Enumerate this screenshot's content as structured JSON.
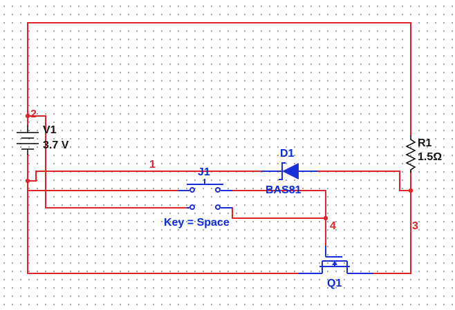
{
  "nets": {
    "n1": "1",
    "n2": "2",
    "n3": "3",
    "n4": "4"
  },
  "components": {
    "V1": {
      "ref": "V1",
      "value": "3.7 V"
    },
    "R1": {
      "ref": "R1",
      "value": "1.5Ω"
    },
    "D1": {
      "ref": "D1",
      "part": "BAS81"
    },
    "J1": {
      "ref": "J1",
      "key": "Key = Space"
    },
    "Q1": {
      "ref": "Q1"
    }
  },
  "colors": {
    "wire": "#e0242a",
    "component": "#1a2fd8",
    "grid_dot": "#8a8a8a"
  }
}
